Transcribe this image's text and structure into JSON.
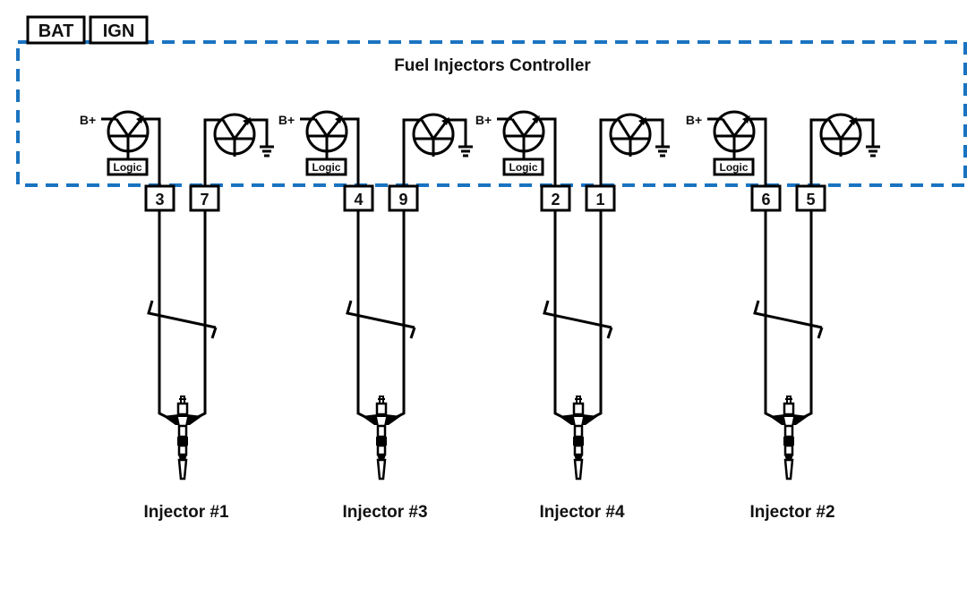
{
  "diagram": {
    "title": "Fuel Injectors Controller",
    "power_labels": [
      "BAT",
      "IGN"
    ],
    "high_side_supply_label": "B+",
    "logic_label": "Logic",
    "border_color": "#1a73c1",
    "line_color": "#000000",
    "channels": [
      {
        "injector_label": "Injector #1",
        "high_pin": "3",
        "low_pin": "7"
      },
      {
        "injector_label": "Injector #3",
        "high_pin": "4",
        "low_pin": "9"
      },
      {
        "injector_label": "Injector #4",
        "high_pin": "2",
        "low_pin": "1"
      },
      {
        "injector_label": "Injector #2",
        "high_pin": "6",
        "low_pin": "5"
      }
    ]
  }
}
